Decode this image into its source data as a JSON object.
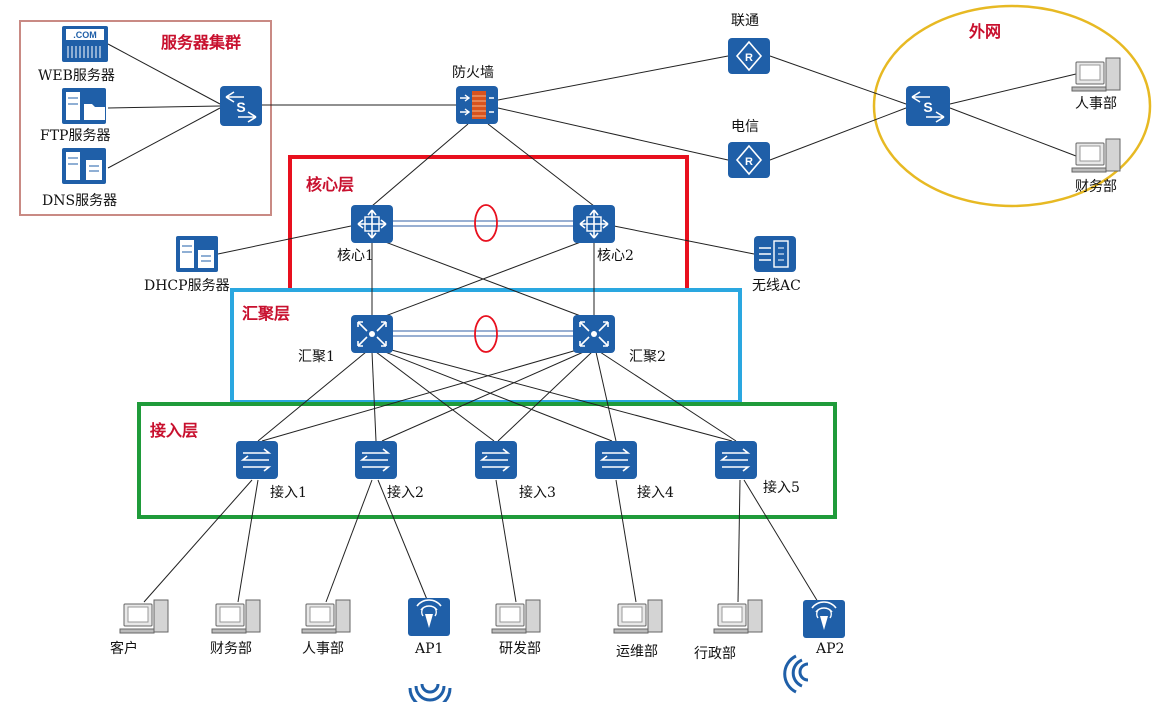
{
  "zones": {
    "server_cluster": "服务器集群",
    "core": "核心层",
    "aggregation": "汇聚层",
    "access": "接入层",
    "external": "外网"
  },
  "servers": {
    "web": "WEB服务器",
    "web_badge": ".COM",
    "ftp": "FTP服务器",
    "dns": "DNS服务器",
    "dhcp": "DHCP服务器"
  },
  "devices": {
    "firewall": "防火墙",
    "isp_unicom": "联通",
    "isp_telecom": "电信",
    "core1": "核心1",
    "core2": "核心2",
    "wireless_ac": "无线AC",
    "agg1": "汇聚1",
    "agg2": "汇聚2",
    "access1": "接入1",
    "access2": "接入2",
    "access3": "接入3",
    "access4": "接入4",
    "access5": "接入5"
  },
  "external_hosts": {
    "hr": "人事部",
    "finance": "财务部"
  },
  "endpoints": {
    "customer": "客户",
    "finance": "财务部",
    "hr": "人事部",
    "ap1": "AP1",
    "rnd": "研发部",
    "ops": "运维部",
    "admin": "行政部",
    "ap2": "AP2"
  },
  "colors": {
    "server_zone_border": "#c98a84",
    "core_zone_border": "#e8101e",
    "aggregation_zone_border": "#2aa7e0",
    "access_zone_border": "#1f9b3a",
    "external_zone_border": "#e7b923",
    "zone_title": "#c8102e",
    "device_tile": "#1f5fa8",
    "link_aggregation_ellipse": "#e8101e",
    "trunk_line": "#5b7fb8"
  },
  "icons": {
    "switch": "switch-icon",
    "router": "router-icon",
    "firewall": "firewall-icon",
    "core_switch": "core-switch-icon",
    "aggregation_switch": "aggregation-switch-icon",
    "access_switch": "access-switch-icon",
    "access_point": "wireless-ap-icon",
    "pc": "pc-icon",
    "wifi_signal": "wifi-signal-icon",
    "web_server": "web-server-icon",
    "ftp_server": "ftp-server-icon",
    "dns_server": "dns-server-icon",
    "dhcp_server": "dhcp-server-icon",
    "ac_controller": "wireless-ac-icon"
  }
}
